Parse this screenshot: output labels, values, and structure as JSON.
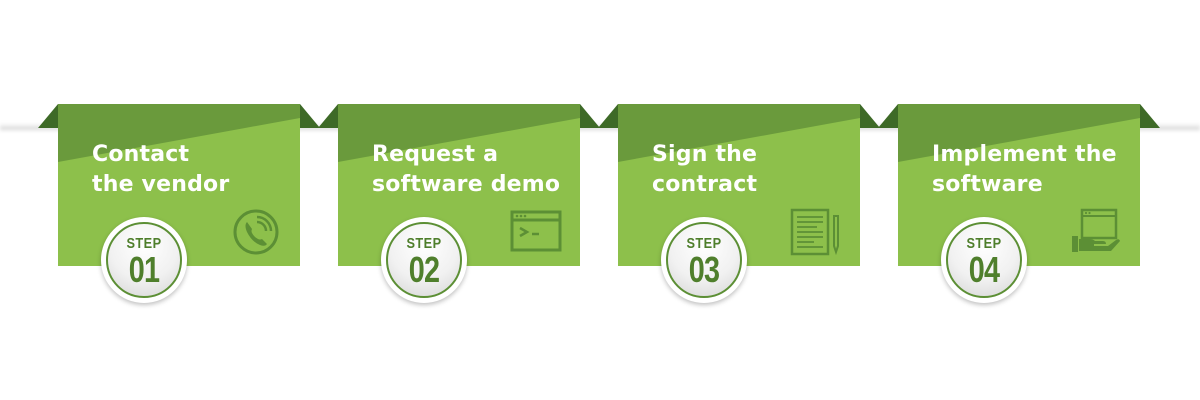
{
  "colors": {
    "card_light": "#8dc04b",
    "card_dark": "#6a9a3c",
    "fold": "#3e6a27",
    "text": "#ffffff",
    "badge_text": "#4f7f2c",
    "icon": "#5c8f35"
  },
  "steps": [
    {
      "lines": [
        "Contact",
        "the vendor"
      ],
      "badge_label": "STEP",
      "number": "01",
      "icon": "phone-icon"
    },
    {
      "lines": [
        "Request a",
        "software demo"
      ],
      "badge_label": "STEP",
      "number": "02",
      "icon": "terminal-window-icon"
    },
    {
      "lines": [
        "Sign the",
        "contract"
      ],
      "badge_label": "STEP",
      "number": "03",
      "icon": "document-pen-icon"
    },
    {
      "lines": [
        "Implement the",
        "software"
      ],
      "badge_label": "STEP",
      "number": "04",
      "icon": "hand-screen-icon"
    }
  ]
}
